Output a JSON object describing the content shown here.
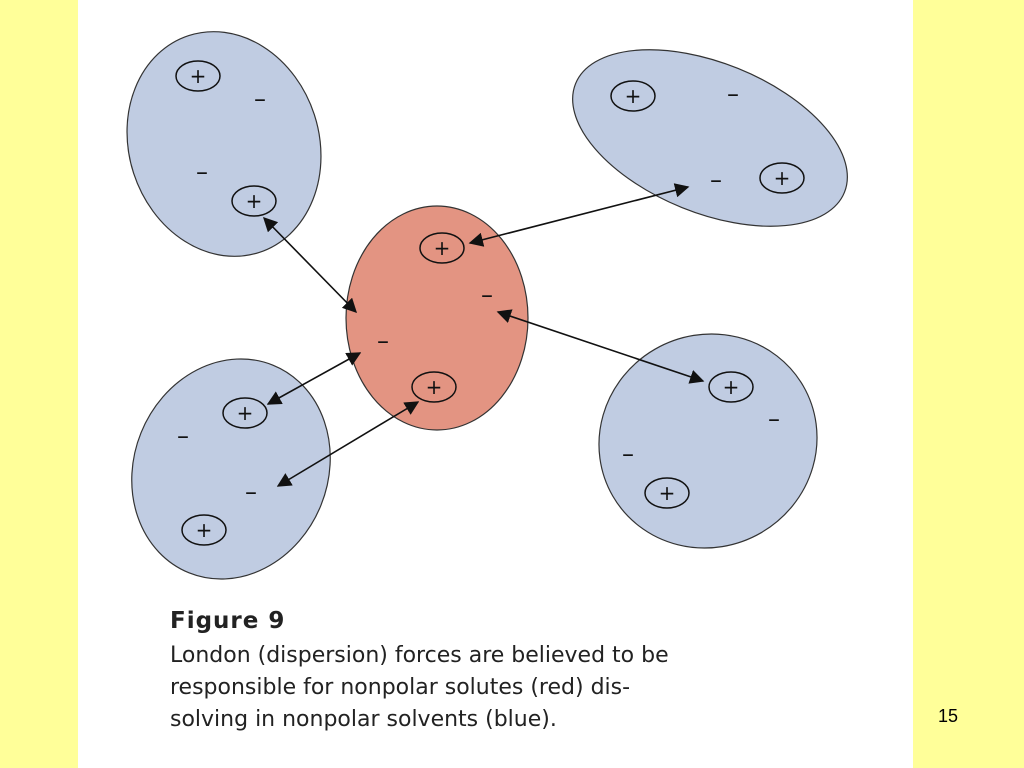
{
  "figure": {
    "title": "Figure 9",
    "caption_lines": [
      "London (dispersion) forces are believed to be",
      "responsible for nonpolar solutes (red) dis-",
      "solving in nonpolar solvents (blue)."
    ]
  },
  "slide": {
    "page_number": "15"
  },
  "diagram": {
    "solute_color": "#E39482",
    "solvent_color": "#C0CCE2",
    "background_color": "#FFFF99",
    "panel_color": "#FFFFFF",
    "positive_symbol": "+",
    "negative_symbol": "–"
  }
}
